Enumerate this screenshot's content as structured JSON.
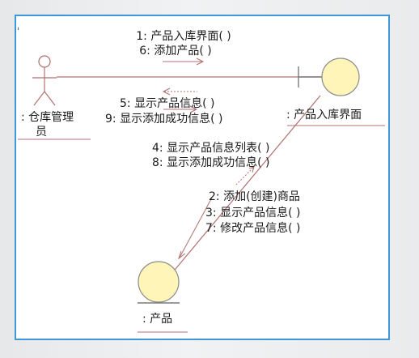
{
  "diagram": {
    "top_messages": [
      "1: 产品入库界面( )",
      "6: 添加产品( )"
    ],
    "left_messages": [
      "5: 显示产品信息( )",
      "9: 显示添加成功信息( )"
    ],
    "middle_messages": [
      "4: 显示产品信息列表( )",
      "8: 显示添加成功信息( )"
    ],
    "lower_messages": [
      "2: 添加(创建)商品",
      "3: 显示产品信息( )",
      "7: 修改产品信息( )"
    ],
    "actor_label_line1": ": 仓库管理",
    "actor_label_line2": "员",
    "boundary_label": ": 产品入库界面",
    "entity_label": ": 产品",
    "colors": {
      "frame": "#3c98d8",
      "link": "#b07070",
      "object_fill": "#fff5b8",
      "object_stroke": "#7a7a7a"
    }
  }
}
